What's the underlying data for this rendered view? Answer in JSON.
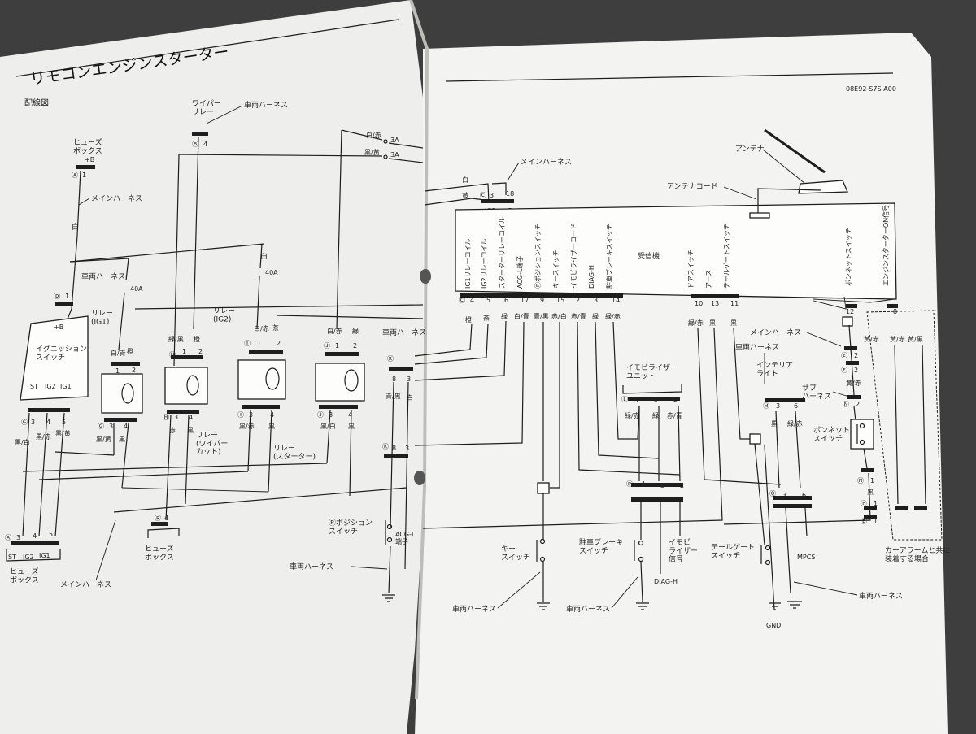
{
  "left_page": {
    "title": "リモコンエンジンスターター",
    "subtitle": "配線図",
    "fuse_box_top": "ヒューズ\nボックス",
    "fuse_top_pins": {
      "connector": "Ⓐ",
      "pin": "1",
      "label": "+B"
    },
    "main_harness_1": "メインハーネス",
    "white_1": "白",
    "vehicle_harness_1": "車両ハーネス",
    "conn_D": "Ⓓ",
    "pin_D": "1",
    "ignition_switch": "イグニッション\nスイッチ",
    "ig_plus_b": "+B",
    "ig_terms": [
      "ST",
      "IG2",
      "IG1"
    ],
    "ig_pins": [
      "3",
      "4",
      "5"
    ],
    "ig_conn": "Ⓖ",
    "wire_colors_ig": [
      "黒/白",
      "黒/赤",
      "黒/黄"
    ],
    "wiper_relay": "ワイパー\nリレー",
    "vehicle_harness_2": "車両ハーネス",
    "conn_B": "Ⓑ",
    "pin_B": "4",
    "white_red": "白/赤",
    "black_yellow": "黒/黄",
    "fuse_3A_1": "3A",
    "fuse_3A_2": "3A",
    "white_2": "白",
    "fuse_40A_1": "40A",
    "fuse_40A_2": "40A",
    "relay_ig1": "リレー\n(IG1)",
    "relay_ig2": "リレー\n(IG2)",
    "relay_wiper": "リレー\n(ワイパー\nカット)",
    "relay_starter": "リレー\n(スターター)",
    "relay_ig1_top_wires": [
      "白/青",
      "橙"
    ],
    "relay_ig1_top_pins": [
      "1",
      "2"
    ],
    "relay_ig1_bot_pins": [
      "3",
      "4"
    ],
    "relay_ig1_bot_wires": [
      "黒/黄",
      "黒"
    ],
    "relay_wiper_top_wires": [
      "緑/黒",
      "橙"
    ],
    "relay_wiper_top_pins": [
      "1",
      "2"
    ],
    "relay_wiper_bot_pins": [
      "3",
      "4"
    ],
    "relay_wiper_bot_wires": [
      "赤",
      "黒"
    ],
    "relay_ig2_top_wires": [
      "白/赤",
      "茶"
    ],
    "relay_ig2_top_pins": [
      "1",
      "2"
    ],
    "relay_ig2_bot_pins": [
      "3",
      "4"
    ],
    "relay_ig2_bot_wires": [
      "黒/赤",
      "黒"
    ],
    "relay_st_top_wires": [
      "白/赤",
      "緑"
    ],
    "relay_st_top_pins": [
      "1",
      "2"
    ],
    "relay_st_bot_pins": [
      "3",
      "4"
    ],
    "relay_st_bot_wires": [
      "黒/白",
      "黒"
    ],
    "conn_H": "Ⓗ",
    "conn_I": "Ⓘ",
    "conn_J": "Ⓙ",
    "conn_K": "Ⓚ",
    "conn_K_pins": [
      "8",
      "3"
    ],
    "k_wires": [
      "青/黒",
      "白"
    ],
    "vehicle_harness_3": "車両ハーネス",
    "conn_R": "Ⓡ",
    "pin_R": "4",
    "fuse_box_mid": "ヒューズ\nボックス",
    "position_switch": "Ⓟポジション\nスイッチ",
    "acg_terminal": "ACG-L\n端子",
    "vehicle_harness_4": "車両ハーネス",
    "bottom_conn": "Ⓐ",
    "bottom_pins": [
      "3",
      "4",
      "5"
    ],
    "bottom_terms": [
      "ST",
      "IG2",
      "IG1"
    ],
    "fuse_box_bottom": "ヒューズ\nボックス",
    "main_harness_bottom": "メインハーネス"
  },
  "right_page": {
    "doc_code": "08E92-S7S-A00",
    "main_harness_top": "メインハーネス",
    "white": "白",
    "yellow": "黄",
    "conn_C": "Ⓒ",
    "conn_C_pins": [
      "3",
      "18"
    ],
    "conn_C_terms": [
      "IG1",
      "+B"
    ],
    "antenna": "アンテナ",
    "antenna_cord": "アンテナコード",
    "receiver": "受信機",
    "receiver_labels": [
      "IG1リレーコイル",
      "IG2リレーコイル",
      "スターターリレーコイル",
      "ACG-L端子",
      "Ⓟポジションスイッチ",
      "キースイッチ",
      "イモビライザーコード",
      "DIAG-H",
      "駐車ブレーキスイッチ"
    ],
    "receiver_pins": [
      "4",
      "5",
      "6",
      "17",
      "9",
      "15",
      "2",
      "3",
      "14"
    ],
    "receiver_wires": [
      "橙",
      "茶",
      "緑",
      "白/青",
      "青/黒",
      "赤/白",
      "赤/青",
      "緑",
      "緑/赤"
    ],
    "receiver_right_labels": [
      "ドアスイッチ",
      "アース",
      "テールゲートスイッチ",
      "ボンネットスイッチ",
      "エンジンスターターON信号"
    ],
    "receiver_right_pins": [
      "10",
      "13",
      "11",
      "12",
      "8"
    ],
    "receiver_right_wires": [
      "緑/赤",
      "黒",
      "黒",
      "黄/赤",
      "黄/黒"
    ],
    "main_harness_r": "メインハーネス",
    "vehicle_harness_r1": "車両ハーネス",
    "interior_light": "インテリア\nライト",
    "sub_harness": "サブ\nハーネス",
    "yellow_red": "黄/赤",
    "immobilizer_unit": "イモビライザー\nユニット",
    "conn_L": "Ⓛ",
    "conn_L_pins": [
      "4",
      "3",
      "2"
    ],
    "conn_L_wires": [
      "緑/赤",
      "緑",
      "赤/青"
    ],
    "conn_M": "Ⓜ",
    "conn_M_pins": [
      "3",
      "6"
    ],
    "conn_M_wires": [
      "黒",
      "緑/赤"
    ],
    "conn_E": "Ⓔ",
    "conn_F": "Ⓕ",
    "conn_N": "Ⓝ",
    "pin_2": "2",
    "bonnet_switch": "ボンネット\nスイッチ",
    "black": "黒",
    "conn_P": "Ⓟ",
    "conn_P_pins": [
      "4",
      "3",
      "2"
    ],
    "conn_Q": "Ⓠ",
    "conn_Q_pins": [
      "3",
      "6"
    ],
    "pin_1": "1",
    "key_switch": "キー\nスイッチ",
    "parking_brake_switch": "駐車ブレーキ\nスイッチ",
    "immobilizer_signal": "イモビ\nライザー\n信号",
    "tailgate_switch": "テールゲート\nスイッチ",
    "diag_h": "DIAG-H",
    "mpcs": "MPCS",
    "gnd": "GND",
    "vehicle_harness_r2": "車両ハーネス",
    "vehicle_harness_r3": "車両ハーネス",
    "vehicle_harness_r4": "車両ハーネス",
    "car_alarm_note": "カーアラームと共に\n装着する場合"
  }
}
